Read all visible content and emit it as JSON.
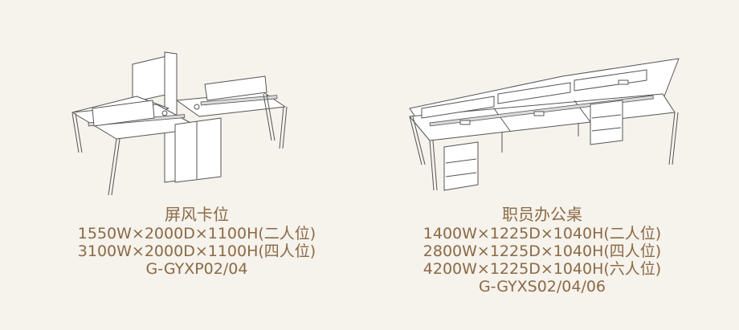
{
  "products": [
    {
      "icon": "screen-workstation-drawing",
      "title": "屏风卡位",
      "lines": [
        "1550W×2000D×1100H(二人位)",
        "3100W×2000D×1100H(四人位)",
        "G-GYXP02/04"
      ]
    },
    {
      "icon": "staff-desk-drawing",
      "title": "职员办公桌",
      "lines": [
        "1400W×1225D×1040H(二人位)",
        "2800W×1225D×1040H(四人位)",
        "4200W×1225D×1040H(六人位)",
        "G-GYXS02/04/06"
      ]
    }
  ],
  "colors": {
    "background": "#f6f2ec",
    "caption_text": "#8a6a45",
    "drawing_line": "#555555"
  }
}
